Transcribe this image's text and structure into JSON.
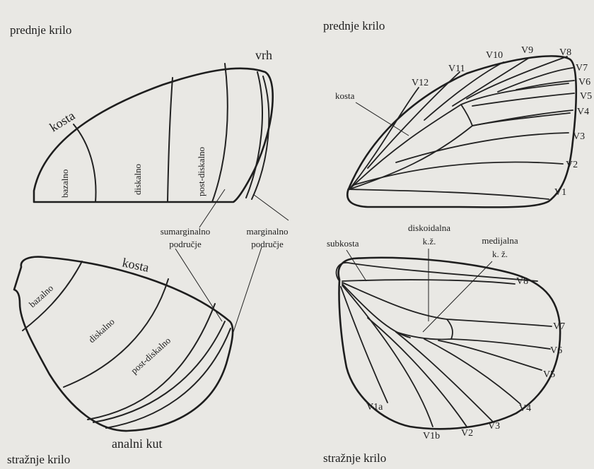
{
  "left_panel": {
    "forewing_title": "prednje krilo",
    "apex": "vrh",
    "costa": "kosta",
    "zones": {
      "basal": "bazalno",
      "discal": "diskalno",
      "postdiscal": "post-diskalno"
    },
    "submarginal": [
      "sumarginalno",
      "područje"
    ],
    "marginal": [
      "marginalno",
      "područje"
    ],
    "hindwing_costa": "kosta",
    "hind_zones": {
      "basal": "bazalno",
      "discal": "diskalno",
      "postdiscal": "post-diskalno"
    },
    "anal_angle": "analni kut",
    "hindwing_title": "stražnje krilo"
  },
  "right_panel": {
    "forewing_title": "prednje krilo",
    "costa": "kosta",
    "fore_veins": [
      "V12",
      "V11",
      "V10",
      "V9",
      "V8",
      "V7",
      "V6",
      "V5",
      "V4",
      "V3",
      "V2",
      "V1"
    ],
    "subcosta": "subkosta",
    "discoidal": [
      "diskoidalna",
      "k.ž."
    ],
    "medial": [
      "medijalna",
      "k. ž."
    ],
    "hind_veins": [
      "V8",
      "V7",
      "V6",
      "V5",
      "V4",
      "V3",
      "V2",
      "V1b",
      "V1a"
    ],
    "hindwing_title": "stražnje krilo"
  }
}
